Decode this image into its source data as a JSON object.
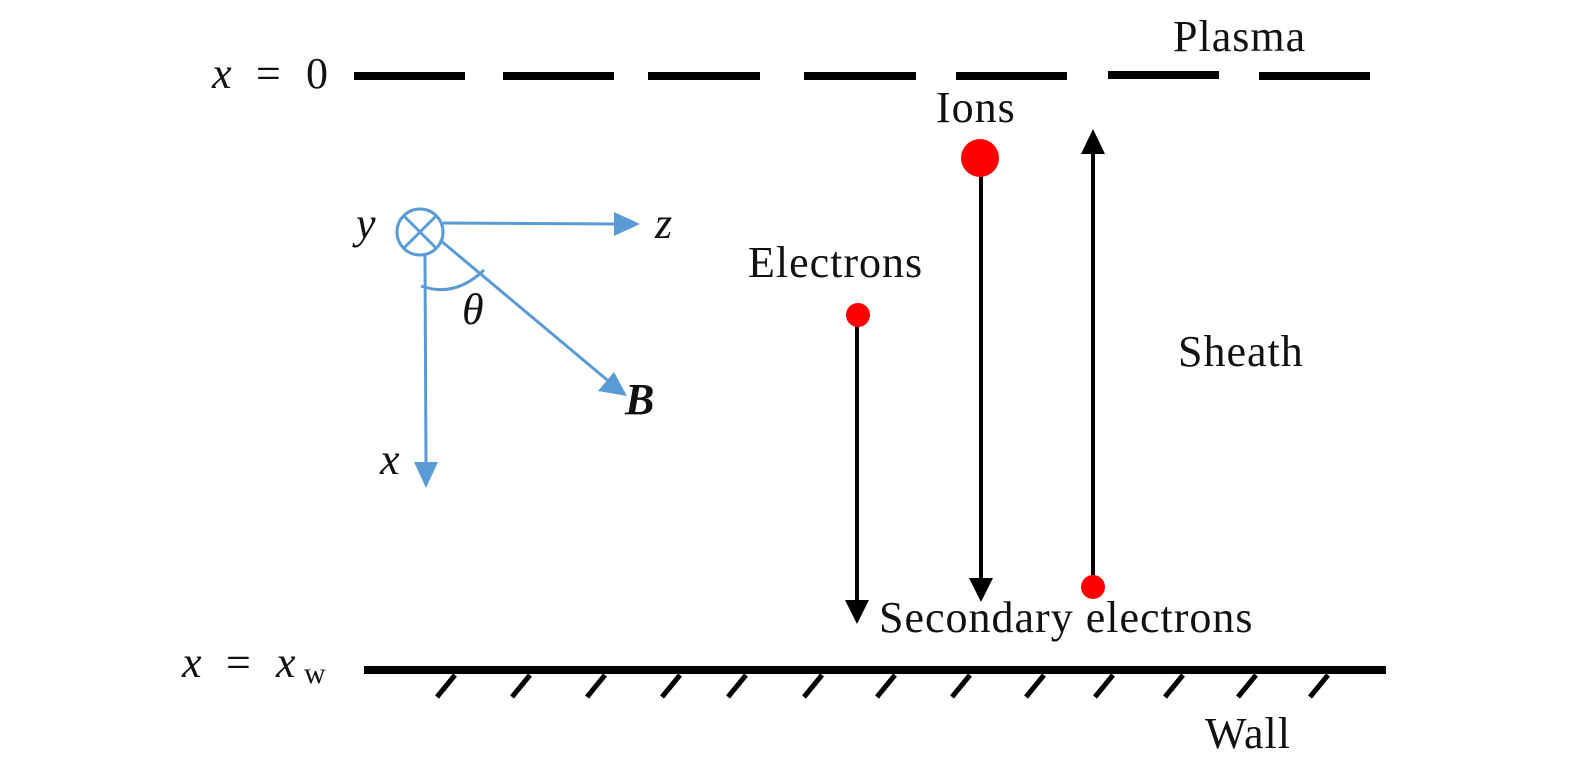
{
  "figure": {
    "labels": {
      "plasma": "Plasma",
      "sheath": "Sheath",
      "wall": "Wall",
      "ions": "Ions",
      "electrons": "Electrons",
      "secondary_electrons": "Secondary electrons"
    },
    "boundaries": {
      "plasma_edge": {
        "var": "x",
        "eq": "=",
        "value": "0"
      },
      "wall_edge": {
        "var": "x",
        "eq": "=",
        "value": "x",
        "subscript": "w"
      }
    },
    "axes": {
      "x_label": "x",
      "y_label": "y",
      "z_label": "z",
      "b_label": "B",
      "angle_label": "θ",
      "y_direction": "into-page"
    },
    "particles": [
      {
        "name": "electrons",
        "direction": "toward-wall"
      },
      {
        "name": "ions",
        "direction": "toward-wall"
      },
      {
        "name": "secondary-electrons",
        "direction": "toward-plasma"
      }
    ],
    "colors": {
      "axis_blue": "#5b9bd5",
      "particle_red": "#ff0000",
      "line_black": "#000000"
    }
  }
}
